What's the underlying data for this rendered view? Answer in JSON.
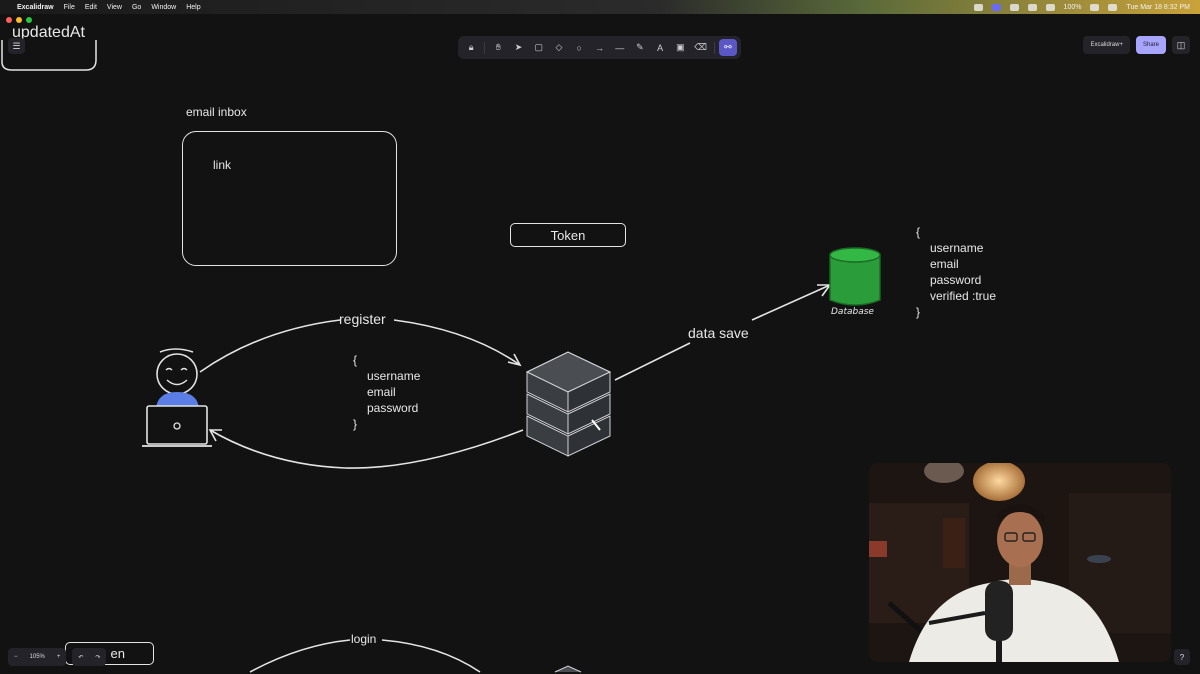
{
  "menubar": {
    "app": "Excalidraw",
    "items": [
      "File",
      "Edit",
      "View",
      "Go",
      "Window",
      "Help"
    ],
    "battery": "100%",
    "clock": "Tue Mar 18 8:32 PM"
  },
  "toolbar": {
    "tools": [
      "lock-icon",
      "hand-icon",
      "pointer-icon",
      "rectangle-icon",
      "diamond-icon",
      "ellipse-icon",
      "arrow-icon",
      "line-icon",
      "pencil-icon",
      "text-icon",
      "image-icon",
      "eraser-icon",
      "extra-tools-icon"
    ],
    "active": "extra-tools-icon"
  },
  "header": {
    "excalidraw_plus": "Excalidraw+",
    "share": "Share"
  },
  "canvas": {
    "top_left_label": "updatedAt",
    "email_inbox_label": "email inbox",
    "link_label": "link",
    "token_label": "Token",
    "register_label": "register",
    "data_save_label": "data save",
    "database_label": "Database",
    "login_label": "login",
    "bottom_token_fragment": "en",
    "register_payload": {
      "open": "{",
      "fields": [
        "username",
        "email",
        "password"
      ],
      "close": "}"
    },
    "db_payload": {
      "open": "{",
      "fields": [
        "username",
        "email",
        "password",
        "verified :true"
      ],
      "close": "}"
    }
  },
  "footer": {
    "zoom": "105%",
    "zoom_out": "−",
    "zoom_in": "+",
    "undo": "↶",
    "redo": "↷",
    "help": "?"
  },
  "colors": {
    "canvas_bg": "#121212",
    "stroke": "#e4e4e4",
    "database_fill": "#2a9d3a",
    "person_shirt": "#5b7ee6",
    "accent": "#5b57c7",
    "share_bg": "#a8a5ff"
  }
}
